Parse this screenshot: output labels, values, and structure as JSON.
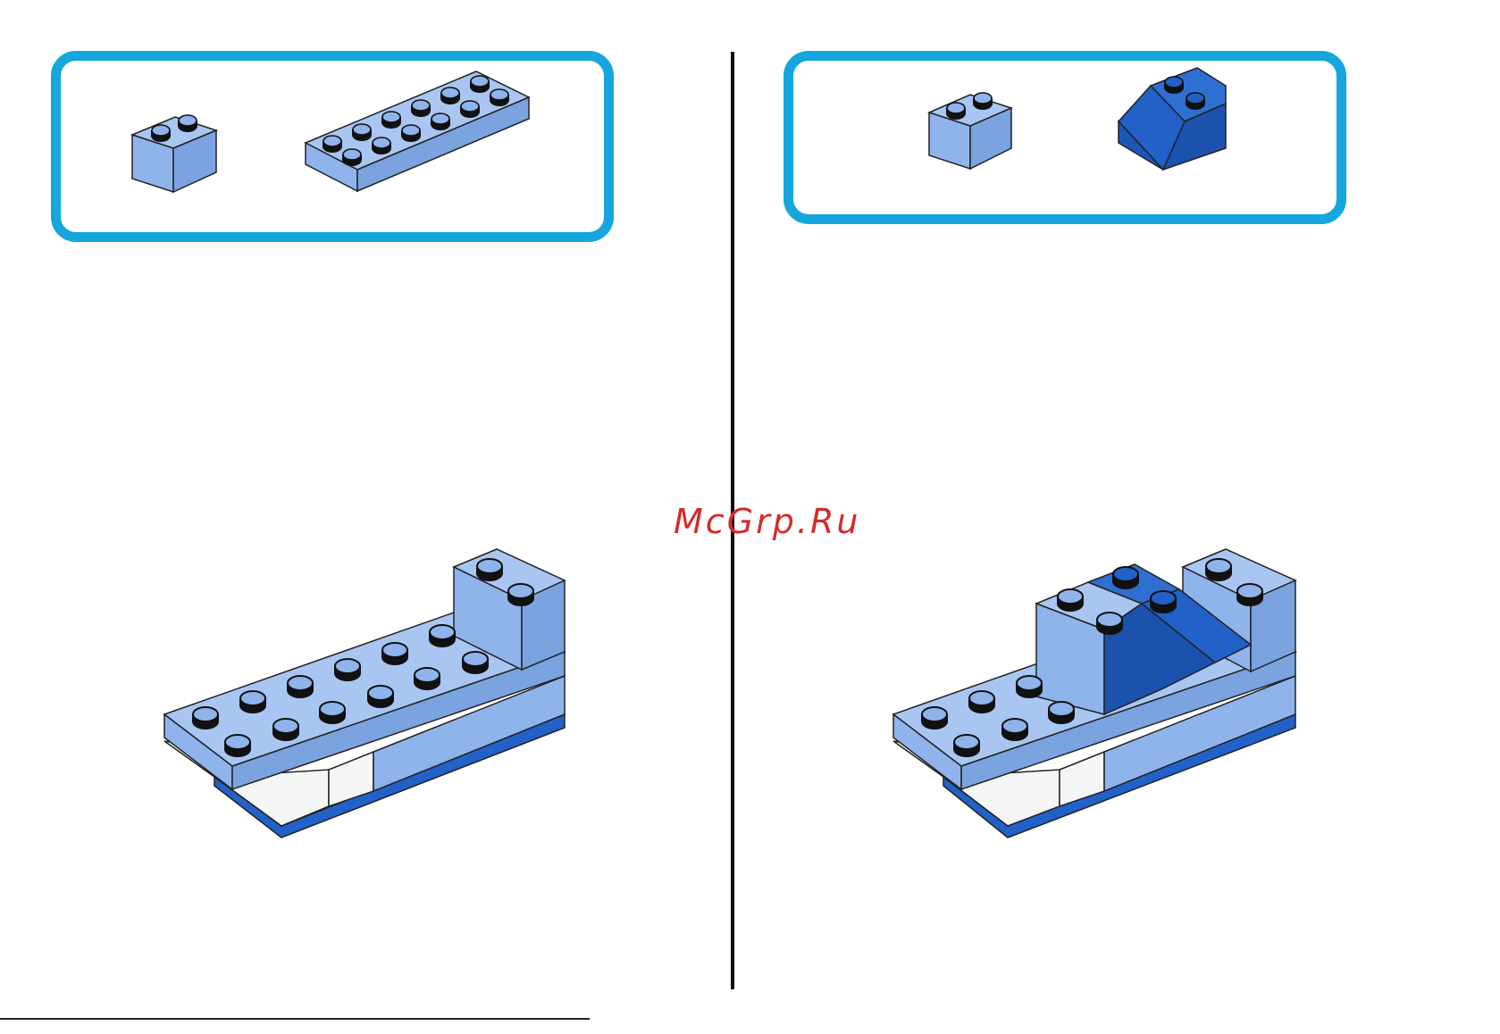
{
  "watermark": {
    "text": "McGrp.Ru"
  },
  "colors": {
    "frame": "#14a6dc",
    "brick_light": "#8fb4ec",
    "brick_dark": "#2161c8",
    "hull_white": "#f4f6f5",
    "divider": "#111111",
    "watermark": "#d42b2b"
  },
  "steps": [
    {
      "parts": [
        "brick-2x1-light-blue",
        "plate-2x6-light-blue"
      ]
    },
    {
      "parts": [
        "brick-2x1-light-blue",
        "slope-2x2-dark-blue"
      ]
    }
  ]
}
